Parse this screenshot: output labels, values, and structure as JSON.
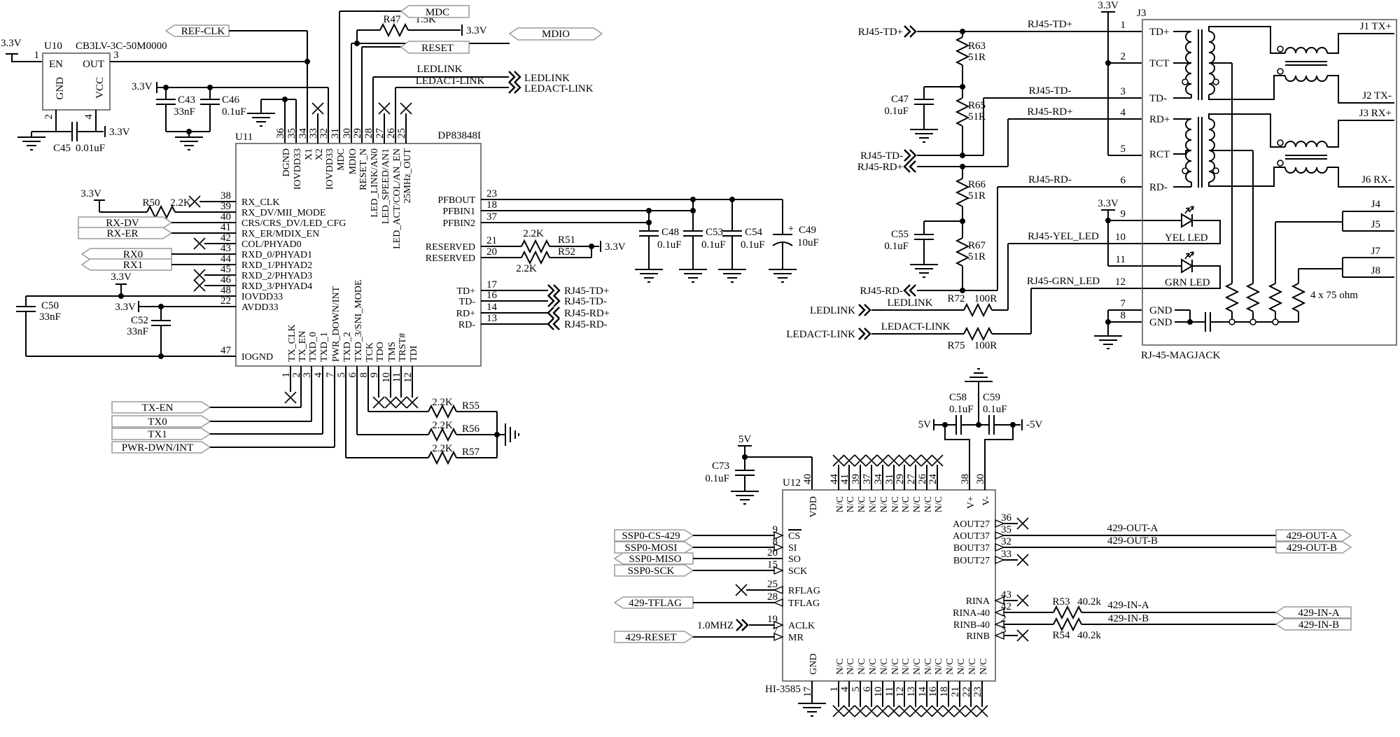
{
  "power": {
    "v33": "3.3V",
    "v5": "5V",
    "vn5": "-5V"
  },
  "nets": {
    "ref_clk": "REF-CLK",
    "mdc": "MDC",
    "mdio": "MDIO",
    "reset": "RESET",
    "ledlink": "LEDLINK",
    "ledact": "LEDACT-LINK",
    "rx_dv": "RX-DV",
    "rx_er": "RX-ER",
    "rx0": "RX0",
    "rx1": "RX1",
    "tx_en": "TX-EN",
    "tx0": "TX0",
    "tx1": "TX1",
    "pwr_dwn": "PWR-DWN/INT",
    "rj45_tdp": "RJ45-TD+",
    "rj45_tdm": "RJ45-TD-",
    "rj45_rdp": "RJ45-RD+",
    "rj45_rdm": "RJ45-RD-",
    "rj45_yel": "RJ45-YEL_LED",
    "rj45_grn": "RJ45-GRN_LED",
    "ssp0_cs": "SSP0-CS-429",
    "ssp0_mosi": "SSP0-MOSI",
    "ssp0_miso": "SSP0-MISO",
    "ssp0_sck": "SSP0-SCK",
    "tflag_429": "429-TFLAG",
    "reset_429": "429-RESET",
    "clk_1mhz": "1.0MHZ",
    "out_a": "429-OUT-A",
    "out_b": "429-OUT-B",
    "in_a": "429-IN-A",
    "in_b": "429-IN-B"
  },
  "parts": {
    "r47": {
      "ref": "R47",
      "value": "1.5K"
    },
    "r50": {
      "ref": "R50",
      "value": "2.2K"
    },
    "r51": {
      "ref": "R51",
      "value": "2.2K"
    },
    "r52": {
      "ref": "R52",
      "value": "2.2K"
    },
    "r55": {
      "ref": "R55",
      "value": "2.2K"
    },
    "r56": {
      "ref": "R56",
      "value": "2.2K"
    },
    "r57": {
      "ref": "R57",
      "value": "2.2K"
    },
    "r63": {
      "ref": "R63",
      "value": "51R"
    },
    "r65": {
      "ref": "R65",
      "value": "51R"
    },
    "r66": {
      "ref": "R66",
      "value": "51R"
    },
    "r67": {
      "ref": "R67",
      "value": "51R"
    },
    "r72": {
      "ref": "R72",
      "value": "100R"
    },
    "r75": {
      "ref": "R75",
      "value": "100R"
    },
    "r53": {
      "ref": "R53",
      "value": "40.2k"
    },
    "r54": {
      "ref": "R54",
      "value": "40.2k"
    },
    "c43": {
      "ref": "C43",
      "value": "33nF"
    },
    "c45": {
      "ref": "C45",
      "value": "0.01uF"
    },
    "c46": {
      "ref": "C46",
      "value": "0.1uF"
    },
    "c47": {
      "ref": "C47",
      "value": "0.1uF"
    },
    "c48": {
      "ref": "C48",
      "value": "0.1uF"
    },
    "c49": {
      "ref": "C49",
      "value": "10uF",
      "polarity": "+"
    },
    "c50": {
      "ref": "C50",
      "value": "33nF"
    },
    "c52": {
      "ref": "C52",
      "value": "33nF"
    },
    "c53": {
      "ref": "C53",
      "value": "0.1uF"
    },
    "c54": {
      "ref": "C54",
      "value": "0.1uF"
    },
    "c55": {
      "ref": "C55",
      "value": "0.1uF"
    },
    "c58": {
      "ref": "C58",
      "value": "0.1uF"
    },
    "c59": {
      "ref": "C59",
      "value": "0.1uF"
    },
    "c73": {
      "ref": "C73",
      "value": "0.1uF"
    },
    "term": {
      "note": "4 x 75 ohm"
    }
  },
  "u10": {
    "ref": "U10",
    "part": "CB3LV-3C-50M0000",
    "pins": {
      "en": {
        "num": "1",
        "name": "EN"
      },
      "out": {
        "num": "3",
        "name": "OUT"
      },
      "gnd": {
        "num": "2",
        "name": "GND"
      },
      "vcc": {
        "num": "4",
        "name": "VCC"
      }
    }
  },
  "u11": {
    "ref": "U11",
    "part": "DP83848I",
    "top": [
      {
        "num": "36",
        "name": "DGND"
      },
      {
        "num": "35",
        "name": "IOVDD33"
      },
      {
        "num": "34",
        "name": "X1"
      },
      {
        "num": "33",
        "name": "X2"
      },
      {
        "num": "32",
        "name": "IOVDD33"
      },
      {
        "num": "31",
        "name": "MDC"
      },
      {
        "num": "30",
        "name": "MDIO"
      },
      {
        "num": "29",
        "name": "RESET_N"
      },
      {
        "num": "28",
        "name": "LED_LINK/AN0"
      },
      {
        "num": "27",
        "name": "LED_SPEED/AN1"
      },
      {
        "num": "26",
        "name": "LED_ACT/COL/AN_EN"
      },
      {
        "num": "25",
        "name": "25MHz_OUT"
      }
    ],
    "left": [
      {
        "num": "38",
        "name": "RX_CLK"
      },
      {
        "num": "39",
        "name": "RX_DV/MII_MODE"
      },
      {
        "num": "40",
        "name": "CRS/CRS_DV/LED_CFG"
      },
      {
        "num": "41",
        "name": "RX_ER/MDIX_EN"
      },
      {
        "num": "42",
        "name": "COL/PHYAD0"
      },
      {
        "num": "43",
        "name": "RXD_0/PHYAD1"
      },
      {
        "num": "44",
        "name": "RXD_1/PHYAD2"
      },
      {
        "num": "45",
        "name": "RXD_2/PHYAD3"
      },
      {
        "num": "46",
        "name": "RXD_3/PHYAD4"
      },
      {
        "num": "48",
        "name": "IOVDD33"
      },
      {
        "num": "22",
        "name": "AVDD33"
      },
      {
        "num": "47",
        "name": "IOGND"
      }
    ],
    "right": [
      {
        "num": "23",
        "name": "PFBOUT"
      },
      {
        "num": "18",
        "name": "PFBIN1"
      },
      {
        "num": "37",
        "name": "PFBIN2"
      },
      {
        "num": "21",
        "name": "RESERVED"
      },
      {
        "num": "20",
        "name": "RESERVED"
      },
      {
        "num": "17",
        "name": "TD+"
      },
      {
        "num": "16",
        "name": "TD-"
      },
      {
        "num": "14",
        "name": "RD+"
      },
      {
        "num": "13",
        "name": "RD-"
      }
    ],
    "bottom": [
      {
        "num": "1",
        "name": "TX_CLK"
      },
      {
        "num": "2",
        "name": "TX_EN"
      },
      {
        "num": "3",
        "name": "TXD_0"
      },
      {
        "num": "4",
        "name": "TXD_1"
      },
      {
        "num": "7",
        "name": "PWR_DOWN/INT"
      },
      {
        "num": "5",
        "name": "TXD_2"
      },
      {
        "num": "6",
        "name": "TXD_3/SNI_MODE"
      },
      {
        "num": "8",
        "name": "TCK"
      },
      {
        "num": "9",
        "name": "TDO"
      },
      {
        "num": "10",
        "name": "TMS"
      },
      {
        "num": "11",
        "name": "TRST#"
      },
      {
        "num": "12",
        "name": "TDI"
      }
    ]
  },
  "u12": {
    "ref": "U12",
    "part": "HI-3585",
    "top": [
      {
        "num": "40",
        "name": "VDD"
      },
      {
        "num": "44",
        "name": "N/C"
      },
      {
        "num": "41",
        "name": "N/C"
      },
      {
        "num": "39",
        "name": "N/C"
      },
      {
        "num": "37",
        "name": "N/C"
      },
      {
        "num": "34",
        "name": "N/C"
      },
      {
        "num": "31",
        "name": "N/C"
      },
      {
        "num": "29",
        "name": "N/C"
      },
      {
        "num": "27",
        "name": "N/C"
      },
      {
        "num": "26",
        "name": "N/C"
      },
      {
        "num": "24",
        "name": "N/C"
      },
      {
        "num": "38",
        "name": "V+"
      },
      {
        "num": "30",
        "name": "V-"
      }
    ],
    "left": [
      {
        "num": "9",
        "name": "CS"
      },
      {
        "num": "8",
        "name": "SI"
      },
      {
        "num": "20",
        "name": "SO"
      },
      {
        "num": "15",
        "name": "SCK"
      },
      {
        "num": "25",
        "name": "RFLAG"
      },
      {
        "num": "28",
        "name": "TFLAG"
      },
      {
        "num": "19",
        "name": "ACLK"
      },
      {
        "num": "7",
        "name": "MR"
      }
    ],
    "right": [
      {
        "num": "36",
        "name": "AOUT27"
      },
      {
        "num": "35",
        "name": "AOUT37"
      },
      {
        "num": "32",
        "name": "BOUT37"
      },
      {
        "num": "33",
        "name": "BOUT27"
      },
      {
        "num": "43",
        "name": "RINA"
      },
      {
        "num": "42",
        "name": "RINA-40"
      },
      {
        "num": "2",
        "name": "RINB-40"
      },
      {
        "num": "3",
        "name": "RINB"
      }
    ],
    "bottom": [
      {
        "num": "17",
        "name": "GND"
      },
      {
        "num": "1",
        "name": "N/C"
      },
      {
        "num": "4",
        "name": "N/C"
      },
      {
        "num": "5",
        "name": "N/C"
      },
      {
        "num": "6",
        "name": "N/C"
      },
      {
        "num": "10",
        "name": "N/C"
      },
      {
        "num": "11",
        "name": "N/C"
      },
      {
        "num": "12",
        "name": "N/C"
      },
      {
        "num": "13",
        "name": "N/C"
      },
      {
        "num": "14",
        "name": "N/C"
      },
      {
        "num": "16",
        "name": "N/C"
      },
      {
        "num": "18",
        "name": "N/C"
      },
      {
        "num": "21",
        "name": "N/C"
      },
      {
        "num": "22",
        "name": "N/C"
      },
      {
        "num": "23",
        "name": "N/C"
      }
    ]
  },
  "magjack": {
    "ref": "J3",
    "part": "RJ-45-MAGJACK",
    "pins": [
      {
        "num": "1",
        "name": "TD+"
      },
      {
        "num": "2",
        "name": "TCT"
      },
      {
        "num": "3",
        "name": "TD-"
      },
      {
        "num": "4",
        "name": "RD+"
      },
      {
        "num": "5",
        "name": "RCT"
      },
      {
        "num": "6",
        "name": "RD-"
      },
      {
        "num": "9",
        "name": ""
      },
      {
        "num": "10",
        "name": ""
      },
      {
        "num": "11",
        "name": ""
      },
      {
        "num": "12",
        "name": ""
      },
      {
        "num": "7",
        "name": "GND"
      },
      {
        "num": "8",
        "name": "GND"
      }
    ],
    "yel_led": "YEL LED",
    "grn_led": "GRN LED",
    "jacks": [
      "J1 TX+",
      "J2 TX-",
      "J3 RX+",
      "J6 RX-",
      "J4",
      "J5",
      "J7",
      "J8"
    ]
  }
}
